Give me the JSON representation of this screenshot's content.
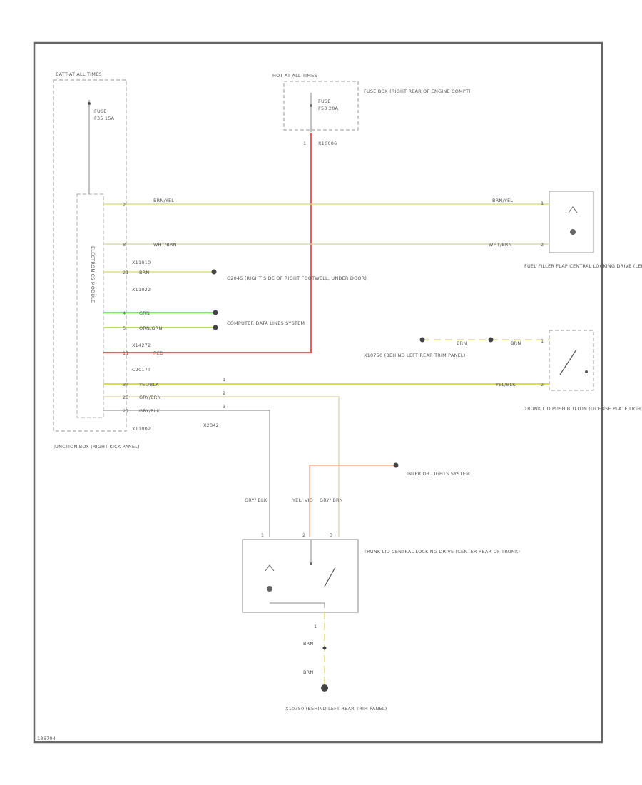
{
  "colors": {
    "red": "#ff4d4d",
    "green": "#66ff44",
    "yellow": "#dddd88",
    "tan": "#ddd9b0",
    "grey": "#999999",
    "frame": "#666666"
  },
  "labels": {
    "hot_fuse_box_left": "BATT-AT ALL TIMES",
    "fuse_left": "FUSE",
    "fuse_left_rating": "F35 15A",
    "hot_fuse_box_top": "HOT AT ALL TIMES",
    "fuse_top": "FUSE",
    "fuse_top_rating": "F53 20A",
    "fuse_box_location": "FUSE BOX (RIGHT REAR OF ENGINE COMPT)",
    "conn_top": "X16006",
    "wire_red_vertical": "RED",
    "conn_x11010": "X11010",
    "conn_x11022": "X11022",
    "conn_x14272": "X14272",
    "conn_c2017": "C2017T",
    "conn_x11002": "X11002",
    "ground_g2045": "G2045 (RIGHT SIDE OF RIGHT FOOTWELL, UNDER DOOR)",
    "computer_data_lines": "COMPUTER DATA LINES SYSTEM",
    "module_vertical": "ELECTRONICS MODULE",
    "junction_box": "JUNCTION BOX (RIGHT KICK PANEL)",
    "fuel_filler": "FUEL FILLER FLAP CENTRAL LOCKING DRIVE (LEFT SIDE OF REAR COMPT)",
    "trunk_lid_push": "TRUNK LID PUSH BUTTON (LICENSE PLATE LIGHT)",
    "x10750_behind": "X10750 (BEHIND LEFT REAR TRIM PANEL)",
    "conn_x2342": "X2342",
    "interior_lights": "INTERIOR LIGHTS SYSTEM",
    "trunk_lid_drive": "TRUNK LID CENTRAL LOCKING DRIVE (CENTER REAR OF TRUNK)",
    "ground_bottom": "X10750 (BEHIND LEFT REAR TRIM PANEL)",
    "page_id": "186704"
  },
  "wires": {
    "brn_yel_left": "BRN/YEL",
    "brn_yel_right": "BRN/YEL",
    "wht_brn_left": "WHT/BRN",
    "wht_brn_right": "WHT/BRN",
    "brn_1": "BRN",
    "grn": "GRN",
    "orn_grn": "ORN/GRN",
    "red": "RED",
    "brn_top": "BRN",
    "brn_right": "BRN",
    "yel_blk_left": "YEL/BLK",
    "yel_blk_right": "YEL/BLK",
    "gry_brn": "GRY/BRN",
    "gry_blk": "GRY/BLK",
    "gry_blk_vertical": "GRY/ BLK",
    "yel_vio_vertical": "YEL/ VIO",
    "gry_brn_vertical": "GRY/ BRN",
    "brn_bottom_1": "BRN",
    "brn_bottom_2": "BRN"
  },
  "pins": {
    "p2": "2",
    "p8": "8",
    "p21": "21",
    "p4": "4",
    "p5": "5",
    "p11": "11",
    "p34": "34",
    "p23": "23",
    "p27": "27",
    "k1": "1",
    "k2": "2",
    "k3": "3",
    "right1": "1",
    "right2": "2",
    "right3": "1",
    "right4": "2",
    "drv1": "1",
    "drv2": "2",
    "drv3": "3",
    "top1": "1",
    "bottom1": "1"
  }
}
